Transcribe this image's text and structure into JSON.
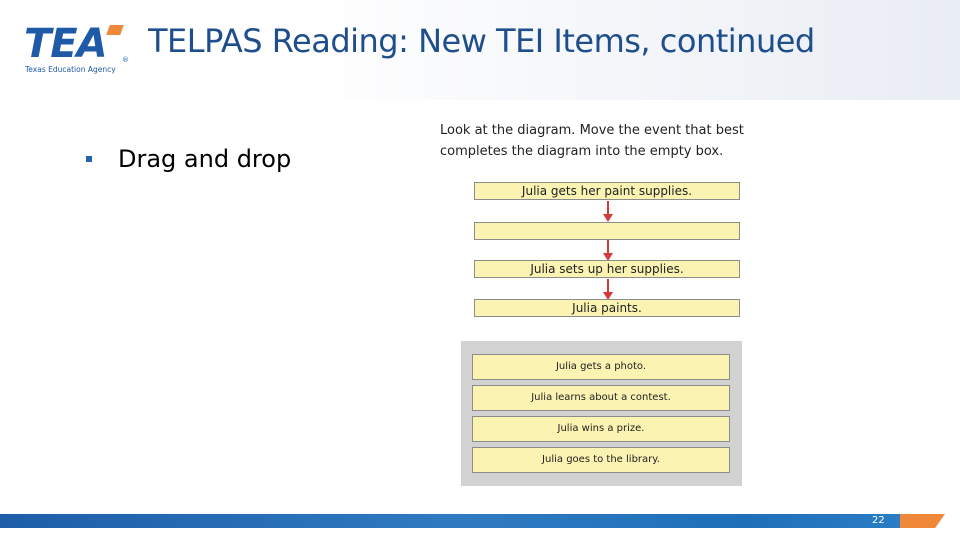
{
  "logo": {
    "text": "TEA",
    "subtitle": "Texas Education Agency",
    "reg": "®"
  },
  "title": "TELPAS Reading: New TEI Items, continued",
  "bullet": "Drag and drop",
  "item": {
    "instruction": "Look at the diagram. Move the event that best completes the diagram into the empty box.",
    "flow": [
      "Julia gets her paint supplies.",
      "",
      "Julia sets up her supplies.",
      "Julia paints."
    ],
    "choices": [
      "Julia gets a photo.",
      "Julia learns about a contest.",
      "Julia wins a prize.",
      "Julia goes to the library."
    ]
  },
  "colors": {
    "brand_blue": "#1f5aa8",
    "title_blue": "#1f4e8c",
    "accent_orange": "#f0883a",
    "box_yellow": "#fbf3b2",
    "arrow_red": "#d23a3a"
  },
  "page_number": "22"
}
